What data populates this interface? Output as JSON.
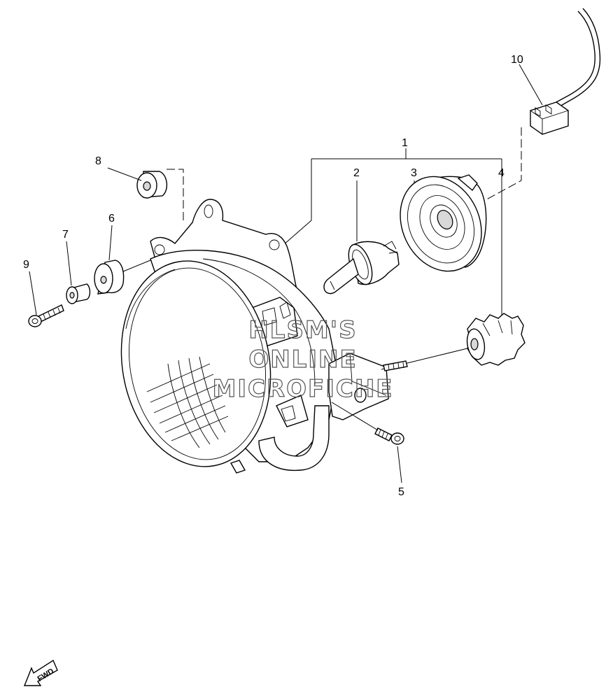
{
  "parts": {
    "p1": "1",
    "p2": "2",
    "p3": "3",
    "p4": "4",
    "p5": "5",
    "p6": "6",
    "p7": "7",
    "p8": "8",
    "p9": "9",
    "p10": "10"
  },
  "watermark": {
    "line1": "HLSM'S",
    "line2": "ONLINE",
    "line3": "MICROFICHE"
  },
  "fwd_label": "FWD"
}
